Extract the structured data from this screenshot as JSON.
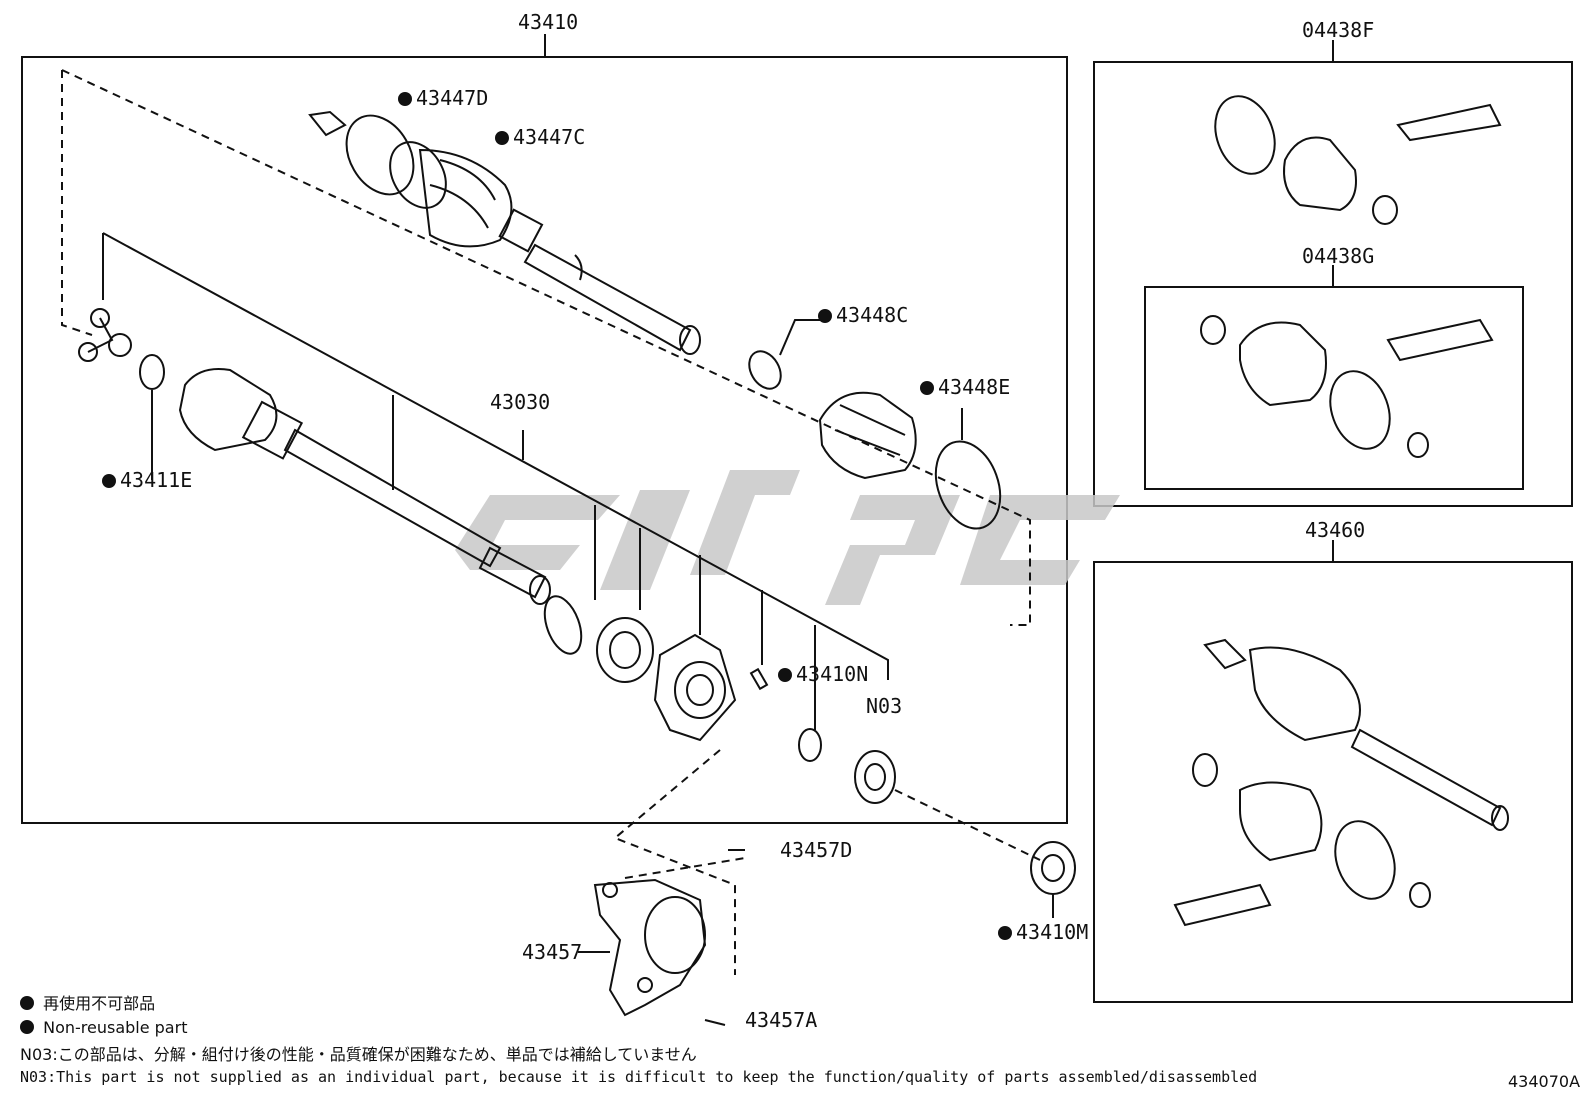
{
  "labels": {
    "p43410": "43410",
    "p04438F": "04438F",
    "p04438G": "04438G",
    "p43460": "43460",
    "p43447D": "43447D",
    "p43447C": "43447C",
    "p43448C": "43448C",
    "p43448E": "43448E",
    "p43030": "43030",
    "p43411E": "43411E",
    "p43410N": "43410N",
    "pN03": "N03",
    "p43457D": "43457D",
    "p43457": "43457",
    "p43457A": "43457A",
    "p43410M": "43410M"
  },
  "legend": {
    "jp": "再使用不可部品",
    "en": "Non-reusable part",
    "note_jp": "N03:この部品は、分解・組付け後の性能・品質確保が困難なため、単品では補給していません",
    "note_en": "N03:This part is not supplied as an individual part, because it is difficult to keep the function/quality of parts assembled/disassembled"
  },
  "diagram_code": "434070A",
  "colors": {
    "line": "#111111",
    "watermark": "#c8c8c8"
  }
}
